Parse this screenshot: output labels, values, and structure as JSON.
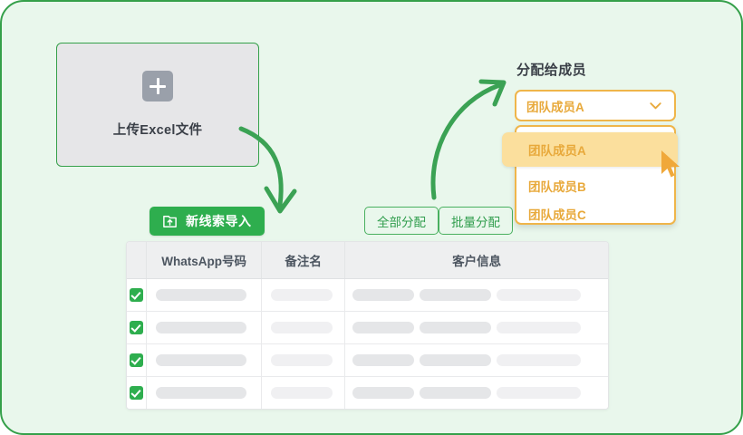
{
  "page": {
    "background_color": "#e9f7ec",
    "border_color": "#35a04a"
  },
  "upload": {
    "icon": "plus-icon",
    "label": "上传Excel文件"
  },
  "import_button": {
    "icon": "file-upload-icon",
    "label": "新线索导入",
    "color": "#2eae4e"
  },
  "assign_buttons": [
    {
      "label": "全部分配"
    },
    {
      "label": "批量分配"
    }
  ],
  "assign_panel": {
    "title": "分配给成员",
    "accent_color": "#e8a93b",
    "select": {
      "value": "团队成员A",
      "icon": "chevron-down-icon"
    },
    "dropdown": {
      "options": [
        {
          "label": "团队成员A",
          "selected": true
        },
        {
          "label": "团队成员B",
          "selected": false
        },
        {
          "label": "团队成员C",
          "selected": false
        }
      ]
    },
    "cursor": "mouse-pointer-icon"
  },
  "table": {
    "headers": [
      "",
      "WhatsApp号码",
      "备注名",
      "客户信息"
    ],
    "rows": [
      {
        "checked": true
      },
      {
        "checked": true
      },
      {
        "checked": true
      },
      {
        "checked": true
      }
    ]
  },
  "arrows": [
    {
      "name": "arrow-upload-to-import",
      "color": "#3ba254"
    },
    {
      "name": "arrow-buttons-to-select",
      "color": "#3ba254"
    }
  ]
}
